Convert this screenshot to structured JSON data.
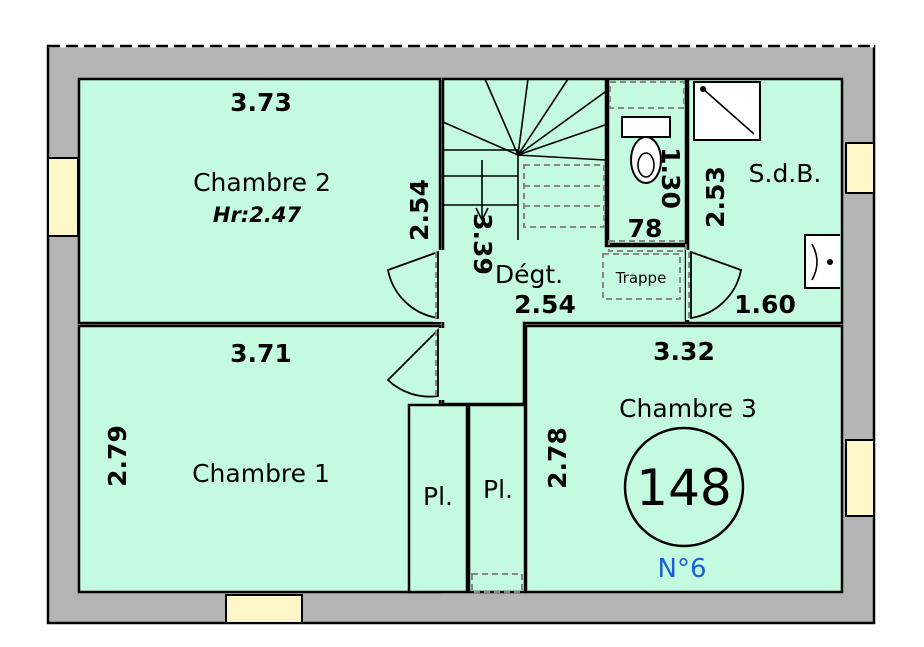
{
  "rooms": {
    "chambre2": {
      "name": "Chambre 2",
      "height": "Hr:2.47",
      "width": "3.73",
      "depth": "2.54"
    },
    "chambre1": {
      "name": "Chambre 1",
      "width": "3.71",
      "depth": "2.79"
    },
    "chambre3": {
      "name": "Chambre 3",
      "width": "3.32",
      "depth": "2.78"
    },
    "sdb": {
      "name": "S.d.B.",
      "depth": "2.53",
      "width": "1.60"
    },
    "degt": {
      "name": "Dégt.",
      "width": "2.54",
      "length": "3.39"
    },
    "wc": {
      "length": "1.30",
      "width": "78"
    },
    "placard1": {
      "name": "Pl."
    },
    "placard2": {
      "name": "Pl."
    }
  },
  "trappe": "Trappe",
  "area": "148",
  "plan_number": "N°6",
  "colors": {
    "room_fill": "#c3fae0",
    "wall_fill": "#b4b4b4",
    "window_fill": "#fdf6c8",
    "number": "#1a5fd6"
  }
}
